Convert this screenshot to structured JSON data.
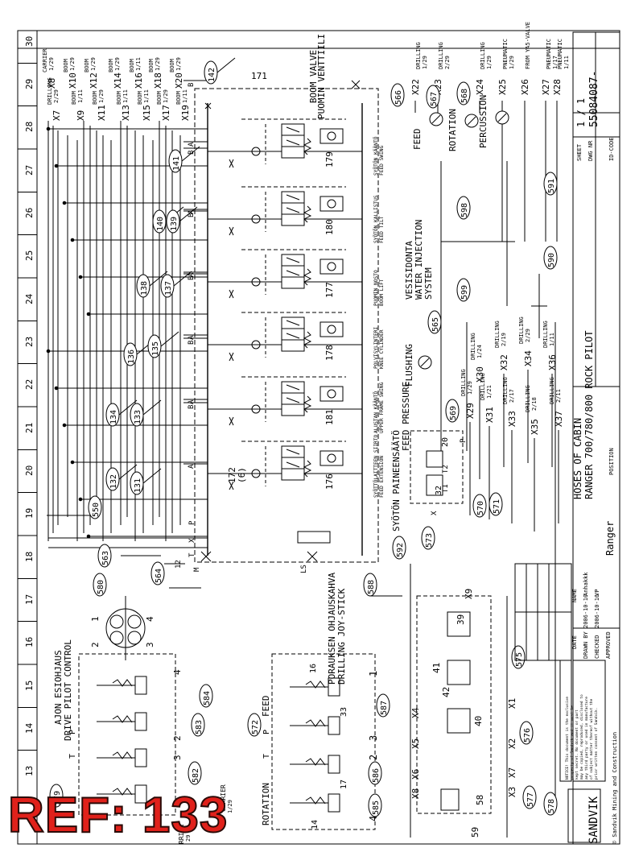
{
  "ref_label": "REF: 133",
  "grid_numbers": [
    "13",
    "14",
    "15",
    "16",
    "17",
    "18",
    "19",
    "20",
    "21",
    "22",
    "23",
    "24",
    "25",
    "26",
    "27",
    "28",
    "29",
    "30"
  ],
  "valves": {
    "boom_valve_title": "BOOM VALVE",
    "puomin_venttiili_title": "PUOMIN VENTTIILI",
    "manifold_no": "171",
    "sections": [
      {
        "no": "176",
        "label_fi": "SYÖTTÖLAITTEEN SIIRTO",
        "label_en": "FEED EXTENSION",
        "pilot_a": "131",
        "pilot_b": "132"
      },
      {
        "no": "181",
        "label_fi": "ALUSTAN KÄÄNTÖ",
        "label_en": "UPPER FRAME SWING",
        "pilot_a": "133",
        "pilot_b": "134"
      },
      {
        "no": "178",
        "label_fi": "POLVISYLINTERI",
        "label_en": "KNEE CYLINDER",
        "pilot_a": "135",
        "pilot_b": "136"
      },
      {
        "no": "177",
        "label_fi": "PUOMIN NOSTO",
        "label_en": "BOOM LIFT",
        "pilot_a": "137",
        "pilot_b": "138"
      },
      {
        "no": "180",
        "label_fi": "SYÖTÖN KALLISTUS",
        "label_en": "FEED TILT",
        "pilot_a": "139",
        "pilot_b": "140"
      },
      {
        "no": "179",
        "label_fi": "SYÖTÖN KÄÄNTÖ",
        "label_en": "FEED SWING",
        "pilot_a": "141",
        "pilot_b": "142"
      }
    ],
    "relief_label": "172",
    "relief_sub": "(6)",
    "port_letters": [
      "A",
      "B",
      "P",
      "T",
      "X",
      "LS",
      "M"
    ],
    "port_12": "12"
  },
  "hoses": [
    "550",
    "563",
    "564",
    "565",
    "566",
    "567",
    "568",
    "569",
    "570",
    "571",
    "572",
    "573",
    "575",
    "576",
    "577",
    "578",
    "579",
    "580",
    "582",
    "583",
    "584",
    "585",
    "586",
    "587",
    "588",
    "590",
    "591",
    "592",
    "598",
    "599"
  ],
  "connectors_top": [
    {
      "id": "X7",
      "dest": "DRILLING",
      "page": "2/29"
    },
    {
      "id": "X8",
      "dest": "CARRIER",
      "page": "1/29"
    },
    {
      "id": "X9",
      "dest": "BOOM",
      "page": "1/11"
    },
    {
      "id": "X10",
      "dest": "BOOM",
      "page": "1/29"
    },
    {
      "id": "X11",
      "dest": "BOOM",
      "page": "1/29"
    },
    {
      "id": "X12",
      "dest": "BOOM",
      "page": "1/29"
    },
    {
      "id": "X13",
      "dest": "BOOM",
      "page": "1/11"
    },
    {
      "id": "X14",
      "dest": "BOOM",
      "page": "1/29"
    },
    {
      "id": "X15",
      "dest": "BOOM",
      "page": "1/11"
    },
    {
      "id": "X16",
      "dest": "BOOM",
      "page": "1/11"
    },
    {
      "id": "X17",
      "dest": "BOOM",
      "page": "1/29"
    },
    {
      "id": "X18",
      "dest": "BOOM",
      "page": "1/29"
    },
    {
      "id": "X19",
      "dest": "BOOM",
      "page": "1/11"
    },
    {
      "id": "X20",
      "dest": "BOOM",
      "page": "1/29"
    }
  ],
  "connectors_right": [
    {
      "id": "X22",
      "dest": "DRILLING",
      "page": "1/29"
    },
    {
      "id": "X23",
      "dest": "DRILLING",
      "page": "2/29"
    },
    {
      "id": "X24",
      "dest": "DRILLING",
      "page": "1/29"
    },
    {
      "id": "X25",
      "dest": "PNEUMATIC",
      "page": "1/29"
    },
    {
      "id": "X26",
      "dest": "FROM YA5-VALVE",
      "page": ""
    },
    {
      "id": "X27",
      "dest": "PNEUMATIC",
      "page": "1/17"
    },
    {
      "id": "X28",
      "dest": "PNEUMATIC",
      "page": "1/11"
    }
  ],
  "connectors_mid": [
    {
      "id": "X29",
      "dest": "DRILLING",
      "page": "1/29"
    },
    {
      "id": "X30",
      "dest": "DRILLING",
      "page": "1/24"
    },
    {
      "id": "X31",
      "dest": "DRILLING",
      "page": "1/21"
    },
    {
      "id": "X32",
      "dest": "DRILLING",
      "page": "2/19"
    },
    {
      "id": "X33",
      "dest": "DRILLING",
      "page": "2/17"
    },
    {
      "id": "X34",
      "dest": "DRILLING",
      "page": "2/29"
    },
    {
      "id": "X35",
      "dest": "DRILLING",
      "page": "2/18"
    },
    {
      "id": "X36",
      "dest": "DRILLING",
      "page": "1/11"
    },
    {
      "id": "X37",
      "dest": "DRILLING",
      "page": "2/11"
    }
  ],
  "gauges": [
    {
      "hose": "566",
      "label": "FEED"
    },
    {
      "hose": "567",
      "label": "ROTATION"
    },
    {
      "hose": "568",
      "label": "PERCUSSION"
    }
  ],
  "flushing": "FLUSHING",
  "water_injection_fi": "VESISIDONTA",
  "water_injection_en": [
    "WATER INJECTION",
    "SYSTEM"
  ],
  "feed_pressure_fi": "SYÖTÖN PAINEENSÄÄTÖ",
  "feed_pressure_en": "FEED PRESSURE",
  "feed_pressure_parts": [
    "20",
    "32",
    "T1",
    "T2",
    "P",
    "X"
  ],
  "drilling_joystick_fi": "PORAUKSEN OHJAUSKAHVA",
  "drilling_joystick_en": "DRILLING JOY-STICK",
  "drive_pilot_fi": "AJON ESIOHJAUS",
  "drive_pilot_en": "DRIVE PILOT CONTROL",
  "joystick_numbers": [
    "1",
    "2",
    "3",
    "4",
    "14",
    "16",
    "17",
    "33"
  ],
  "joystick_labels": {
    "rotation": "ROTATION",
    "feed": "FEED",
    "t": "T",
    "p": "P"
  },
  "selector_labels": [
    "1",
    "2",
    "3",
    "4"
  ],
  "cabin_valves": [
    "39",
    "40",
    "41",
    "42",
    "58",
    "59"
  ],
  "cabin_x": [
    "X1",
    "X2",
    "X3",
    "X4",
    "X5",
    "X6",
    "X7",
    "X8",
    "X9"
  ],
  "pinned_label": "CARRIER",
  "pinned_page": "1/29",
  "pinned_left": [
    "RRIER",
    "29"
  ],
  "title_block": {
    "title_line1": "HOSES OF CABIN",
    "title_line2": "RANGER 700/780/800 ROCK PILOT",
    "sheet_label": "SHEET",
    "sheet": "1 / 1",
    "dwg_label": "DWG NR",
    "dwg_nr": "55084087-",
    "id_label": "ID-CODE",
    "name_label": "NAME",
    "date_label": "DATE",
    "drawn_label": "DRAWN BY",
    "drawn_date": "2006-10-10",
    "drawn_name": "Anhakkk",
    "checked_label": "CHECKED",
    "checked_date": "2006-10-10",
    "checked_name": "VP",
    "approved_label": "APPROVED",
    "position_label": "POSITION",
    "product": "Ranger",
    "company": "SANDVIK",
    "copyright": "© Sandvik Mining and Construction",
    "notice": [
      "NOTICE! This document is the exclusive",
      "property of Sandvik and it must be",
      "kept secret. No document or part",
      "may be copied, reproduced, disclosed to",
      "any third party or used in manufacture",
      "of subject matter thereof without the",
      "prior written consent of Sandvik."
    ]
  }
}
